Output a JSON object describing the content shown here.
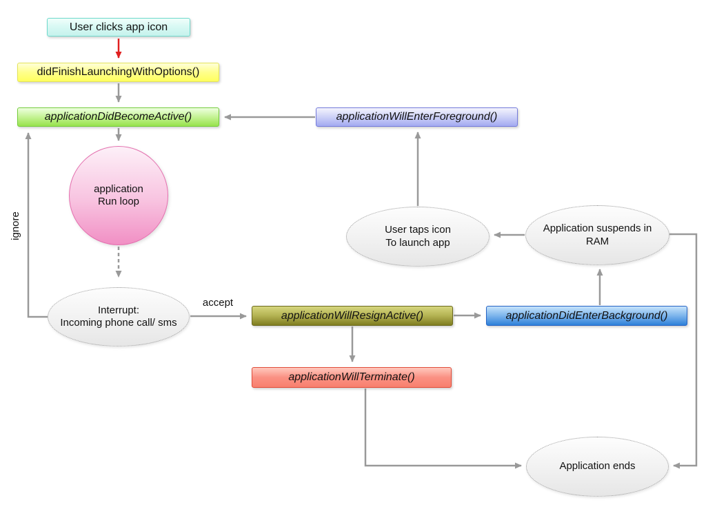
{
  "nodes": {
    "user_clicks": {
      "label": "User clicks app icon"
    },
    "did_finish": {
      "label": "didFinishLaunchingWithOptions()"
    },
    "did_become_active": {
      "label": "applicationDidBecomeActive()"
    },
    "will_enter_foreground": {
      "label": "applicationWillEnterForeground()"
    },
    "run_loop": {
      "label": "application\nRun loop"
    },
    "interrupt": {
      "label": "Interrupt:\nIncoming phone call/ sms"
    },
    "will_resign_active": {
      "label": "applicationWillResignActive()"
    },
    "did_enter_background": {
      "label": "applicationDidEnterBackground()"
    },
    "user_taps": {
      "label": "User taps icon\nTo launch app"
    },
    "suspends_ram": {
      "label": "Application suspends in\nRAM"
    },
    "will_terminate": {
      "label": "applicationWillTerminate()"
    },
    "app_ends": {
      "label": "Application ends"
    }
  },
  "edge_labels": {
    "ignore": "ignore",
    "accept": "accept"
  },
  "palette": {
    "cyan_border": "#6fd9cc",
    "cyan_fill": "#c5f2ec",
    "yellow_border": "#e3e35a",
    "yellow_fill": "#ffff5e",
    "green_border": "#74cc3b",
    "green_fill": "#97e24d",
    "periwinkle_border": "#7379da",
    "periwinkle_fill": "#a3aaf1",
    "olive_border": "#6b691d",
    "olive_fill": "#7f7d20",
    "blue_border": "#2563c4",
    "blue_fill": "#2e80d9",
    "red_border": "#e14b38",
    "red_fill": "#f87f6e",
    "pink_border": "#e46fae",
    "pink_fill": "#f18fc4",
    "gray_ellipse_border": "#999999",
    "gray_ellipse_fill": "#e6e6e6",
    "arrow_gray": "#999999",
    "arrow_red": "#e02020"
  }
}
